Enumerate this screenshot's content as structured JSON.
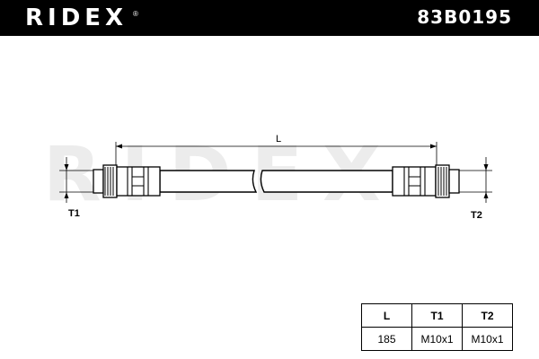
{
  "header": {
    "brand": "RIDEX",
    "brand_mark": "®",
    "part_number": "83B0195"
  },
  "watermark": "RIDEX",
  "diagram": {
    "length_label": "L",
    "thread1_label": "T1",
    "thread2_label": "T2"
  },
  "spec_table": {
    "headers": [
      "L",
      "T1",
      "T2"
    ],
    "values": [
      "185",
      "M10x1",
      "M10x1"
    ]
  }
}
